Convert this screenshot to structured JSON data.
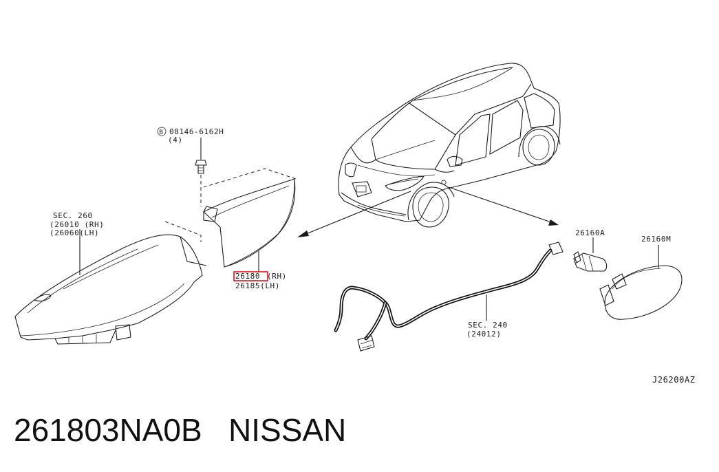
{
  "callouts": {
    "bolt": {
      "symbol": "B",
      "part": "08146-6162H",
      "qty": "(4)"
    },
    "headlamp": {
      "sec": "SEC. 260",
      "rh": "(26010 (RH)",
      "lh": "(26060(LH)"
    },
    "front_lamp": {
      "part_rh_num": "26180",
      "part_rh_suffix": "(RH)",
      "part_lh": "26185(LH)"
    },
    "socket": {
      "part": "26160A"
    },
    "side_marker": {
      "part": "26160M"
    },
    "harness": {
      "sec": "SEC. 240",
      "code": "(24012)"
    }
  },
  "diagram_code": "J26200AZ",
  "caption": {
    "part_number": "261803NA0B",
    "brand": "NISSAN"
  },
  "colors": {
    "highlight": "#e8121a",
    "ink": "#1a1a1a"
  }
}
